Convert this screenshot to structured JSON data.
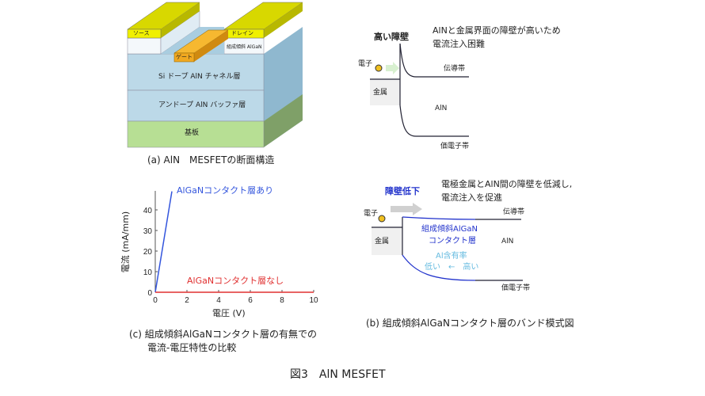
{
  "panel_a": {
    "labels": {
      "source": "ソース",
      "drain": "ドレイン",
      "gate": "ゲート",
      "algan": "組成傾斜 AlGaN",
      "channel": "Si ドープ AlN チャネル層",
      "buffer": "アンドープ AlN バッファ層",
      "substrate": "基板"
    },
    "caption": "(a) AlN　MESFETの断面構造",
    "colors": {
      "electrode": "#e8e800",
      "gate": "#f0b020",
      "layer": "#b8d8e8",
      "substrate": "#b8e090"
    }
  },
  "panel_b_top": {
    "barrier": "高い障壁",
    "note_line1": "AlNと金属界面の障壁が高いため",
    "note_line2": "電流注入困難",
    "electron": "電子",
    "metal": "金属",
    "conduction": "伝導帯",
    "aln": "AlN",
    "valence": "価電子帯"
  },
  "panel_b_bottom": {
    "barrier": "障壁低下",
    "note_line1": "電極金属とAlN間の障壁を低減し,",
    "note_line2": "電流注入を促進",
    "electron": "電子",
    "metal": "金属",
    "conduction": "伝導帯",
    "aln": "AlN",
    "valence": "価電子帯",
    "layer_line1": "組成傾斜AlGaN",
    "layer_line2": "コンタクト層",
    "al_content": "Al含有率",
    "gradient": "低い　←　高い",
    "caption": "(b) 組成傾斜AlGaNコンタクト層のバンド模式図"
  },
  "chart_data": {
    "type": "line",
    "xlabel": "電圧 (V)",
    "ylabel": "電流 (mA/mm)",
    "xlim": [
      0,
      10
    ],
    "ylim": [
      0,
      50
    ],
    "xticks": [
      "0",
      "2",
      "4",
      "6",
      "8",
      "10"
    ],
    "yticks": [
      "0",
      "10",
      "20",
      "30",
      "40"
    ],
    "series": [
      {
        "name": "AlGaNコンタクト層あり",
        "color": "#3355dd",
        "x": [
          0,
          1.05
        ],
        "y": [
          0,
          49
        ]
      },
      {
        "name": "AlGaNコンタクト層なし",
        "color": "#e03030",
        "x": [
          0,
          10
        ],
        "y": [
          0,
          0
        ]
      }
    ],
    "caption_line1": "(c) 組成傾斜AlGaNコンタクト層の有無での",
    "caption_line2": "電流-電圧特性の比較"
  },
  "figure_caption": "図3　AlN MESFET"
}
